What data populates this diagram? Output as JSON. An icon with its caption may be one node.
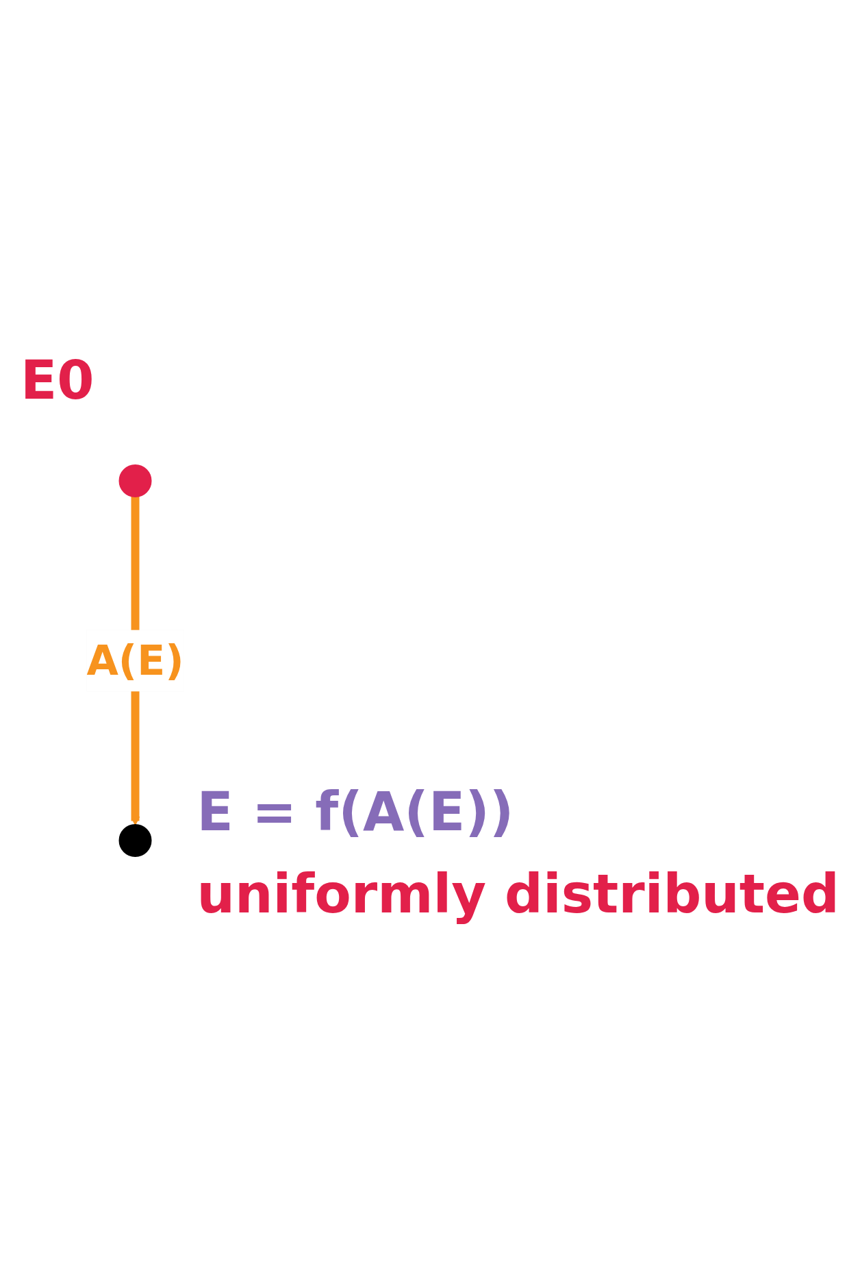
{
  "diagram": {
    "nodes": [
      {
        "text": [],
        "shape": "circle",
        "beside": [
          "E0"
        ]
      },
      {
        "text": [],
        "shape": "circle",
        "beside": [
          "E = f(A(E))",
          "uniformly distributed"
        ]
      }
    ],
    "edges": [
      {
        "from": 0,
        "to": 1,
        "arrow": "to",
        "label": "A(E)",
        "color": "#f7931e"
      }
    ]
  }
}
